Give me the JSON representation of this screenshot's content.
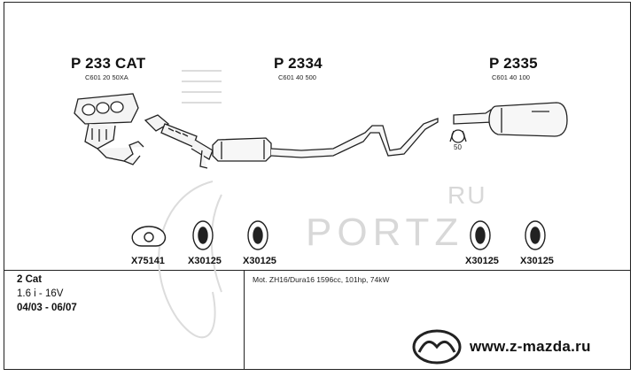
{
  "parts": [
    {
      "code": "P 233 CAT",
      "ref": "C601 20 50XA"
    },
    {
      "code": "P 2334",
      "ref": "C601 40 500"
    },
    {
      "code": "P 2335",
      "ref": "C601 40 100"
    }
  ],
  "fittings": [
    {
      "code": "X75141"
    },
    {
      "code": "X30125"
    },
    {
      "code": "X30125"
    },
    {
      "code": "X30125"
    },
    {
      "code": "X30125"
    }
  ],
  "clamp_size": "50",
  "info": {
    "line1": "2 Cat",
    "line2": "1.6 i - 16V",
    "line3": "04/03 - 06/07",
    "engine": "Mot. ZH16/Dura16 1596cc, 101hp, 74kW"
  },
  "watermark": {
    "text": "PORTZ",
    "suffix": "RU"
  },
  "website": "www.z-mazda.ru"
}
